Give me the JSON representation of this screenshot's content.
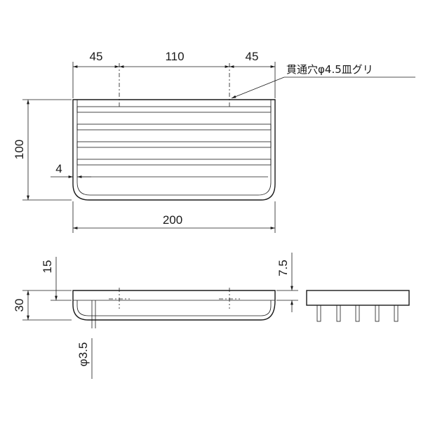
{
  "dimensions": {
    "top_width_left": "45",
    "top_width_mid": "110",
    "top_width_right": "45",
    "plan_height": "100",
    "wall_thickness": "4",
    "overall_width": "200",
    "front_height_total": "30",
    "front_height_upper": "15",
    "pin_offset": "7.5",
    "pin_diameter": "φ3.5"
  },
  "notes": {
    "hole_callout": "貫通穴φ4.5皿グリ"
  }
}
